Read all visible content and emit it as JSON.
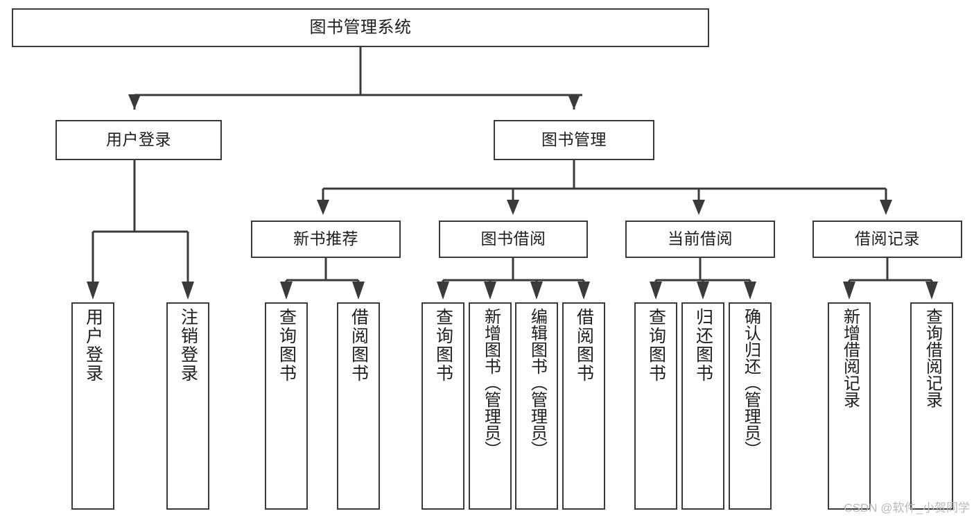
{
  "diagram": {
    "title": "图书管理系统",
    "type": "tree-hierarchy-chart",
    "watermark": "CSDN @软件_小贺同学",
    "colors": {
      "stroke": "#3a3a3a",
      "text": "#1d1d1d",
      "background": "#ffffff",
      "watermark": "#b9b9b9"
    },
    "root": {
      "label": "图书管理系统"
    },
    "level2": [
      {
        "label": "用户登录"
      },
      {
        "label": "图书管理"
      }
    ],
    "level3": [
      {
        "label": "新书推荐"
      },
      {
        "label": "图书借阅"
      },
      {
        "label": "当前借阅"
      },
      {
        "label": "借阅记录"
      }
    ],
    "leaves": {
      "user_login": [
        {
          "label": "用户登录"
        },
        {
          "label": "注销登录"
        }
      ],
      "new_book_recommend": [
        {
          "label": "查询图书"
        },
        {
          "label": "借阅图书"
        }
      ],
      "book_borrow": [
        {
          "label": "查询图书"
        },
        {
          "label": "新增图书（管理员）"
        },
        {
          "label": "编辑图书（管理员）"
        },
        {
          "label": "借阅图书"
        }
      ],
      "current_borrow": [
        {
          "label": "查询图书"
        },
        {
          "label": "归还图书"
        },
        {
          "label": "确认归还（管理员）"
        }
      ],
      "borrow_record": [
        {
          "label": "新增借阅记录"
        },
        {
          "label": "查询借阅记录"
        }
      ]
    }
  }
}
